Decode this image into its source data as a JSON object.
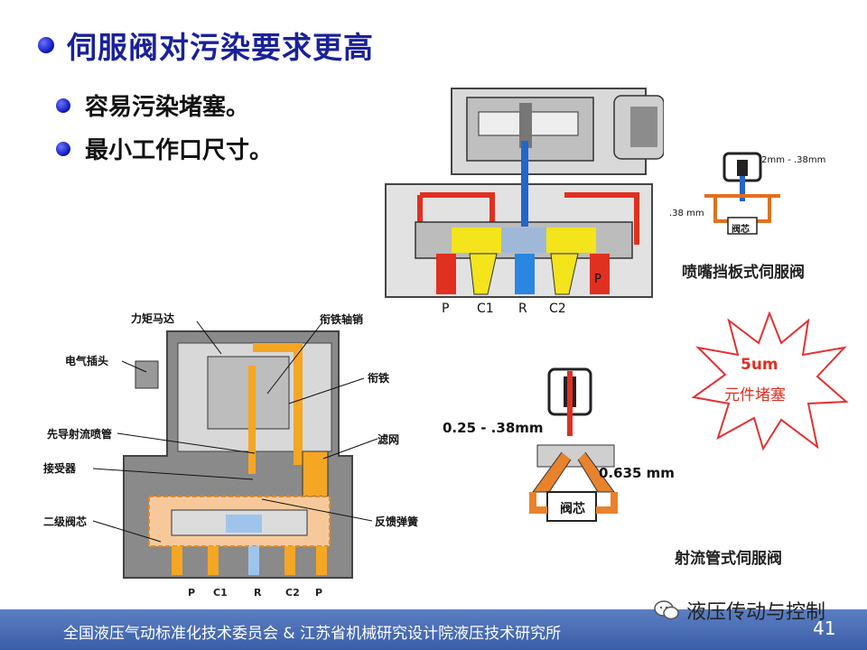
{
  "title": "伺服阀对污染要求更高",
  "bullets": [
    "容易污染堵塞。",
    "最小工作口尺寸。"
  ],
  "nozzle_flapper": {
    "caption": "喷嘴挡板式伺服阀",
    "ports": [
      "P",
      "C1",
      "R",
      "C2"
    ],
    "port_inner": "P",
    "small_dims": [
      ".2mm - .38mm",
      ".38 mm"
    ],
    "small_core": "阀芯"
  },
  "jet_pipe": {
    "caption": "射流管式伺服阀",
    "labels": {
      "torque_motor": "力矩马达",
      "armature_pivot": "衔铁轴销",
      "electrical_plug": "电气插头",
      "armature": "衔铁",
      "pilot_nozzle": "先导射流喷管",
      "filter": "滤网",
      "receiver": "接受器",
      "second_stage_spool": "二级阀芯",
      "feedback_spring": "反馈弹簧"
    },
    "ports": [
      "P",
      "C1",
      "R",
      "C2",
      "P"
    ],
    "dims": [
      "0.25 - .38mm",
      "0.635 mm"
    ],
    "core": "阀芯"
  },
  "starburst": {
    "line1": "5um",
    "line2": "元件堵塞"
  },
  "footer": {
    "text": "全国液压气动标准化技术委员会  &  江苏省机械研究设计院液压技术研究所",
    "brand": "液压传动与控制",
    "page": "41"
  }
}
